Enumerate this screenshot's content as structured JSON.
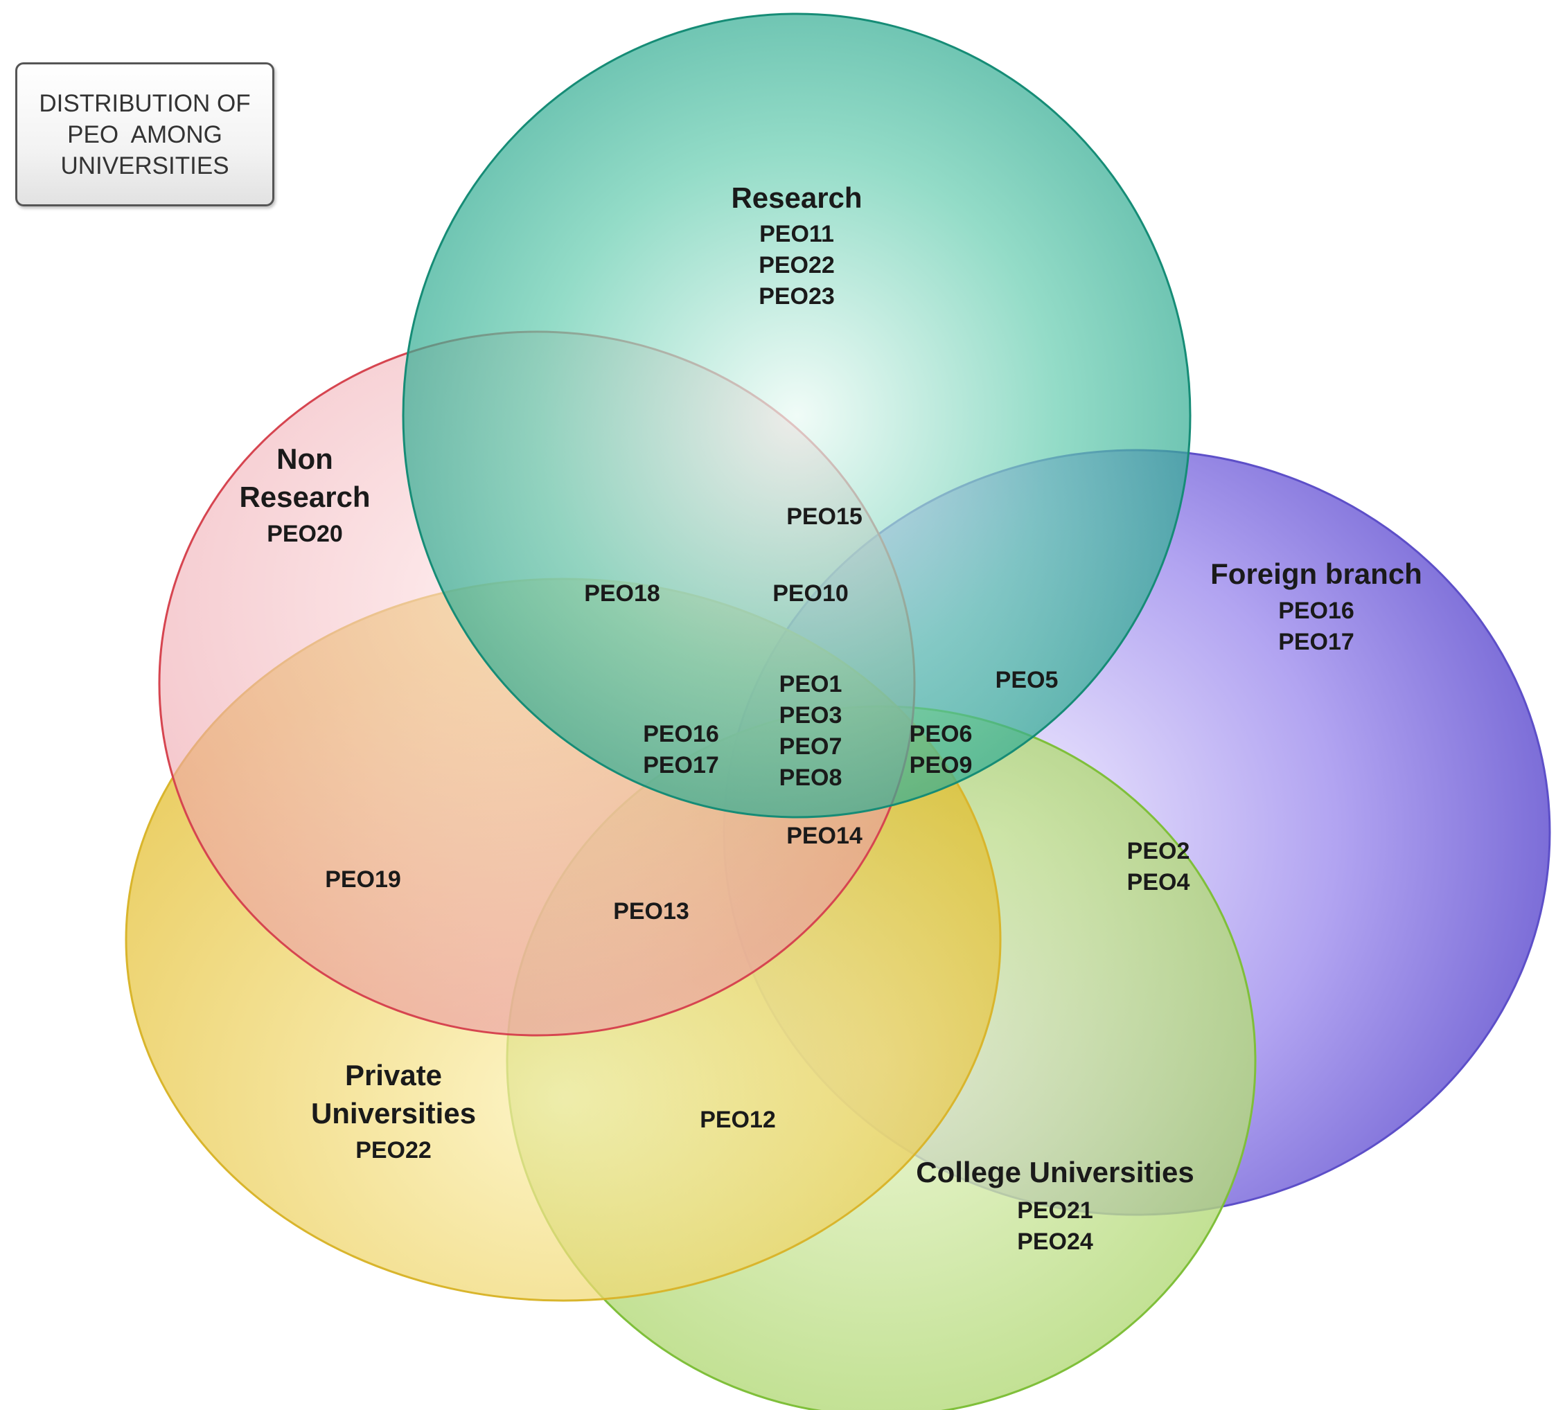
{
  "title": {
    "lines": [
      "DISTRIBUTION OF",
      "PEO  AMONG",
      "UNIVERSITIES"
    ]
  },
  "colors": {
    "research": "#1f9e86",
    "foreign_branch": "#6a5acd",
    "college_universities": "#8cc63f",
    "private_universities": "#e6c23a",
    "non_research": "#e06070"
  },
  "sets": {
    "research": {
      "label": "Research",
      "items": [
        "PEO11",
        "PEO22",
        "PEO23"
      ]
    },
    "non_research": {
      "label_lines": [
        "Non",
        "Research"
      ],
      "items": [
        "PEO20"
      ]
    },
    "foreign_branch": {
      "label": "Foreign branch",
      "items": [
        "PEO16",
        "PEO17"
      ]
    },
    "private_universities": {
      "label_lines": [
        "Private",
        "Universities"
      ],
      "items": [
        "PEO22"
      ]
    },
    "college_universities": {
      "label": "College Universities",
      "items": [
        "PEO21",
        "PEO24"
      ]
    }
  },
  "intersections": {
    "peo15": [
      "PEO15"
    ],
    "peo18": [
      "PEO18"
    ],
    "peo10": [
      "PEO10"
    ],
    "peo5": [
      "PEO5"
    ],
    "core": [
      "PEO1",
      "PEO3",
      "PEO7",
      "PEO8"
    ],
    "peo16_17": [
      "PEO16",
      "PEO17"
    ],
    "peo6_9": [
      "PEO6",
      "PEO9"
    ],
    "peo14": [
      "PEO14"
    ],
    "peo2_4": [
      "PEO2",
      "PEO4"
    ],
    "peo19": [
      "PEO19"
    ],
    "peo13": [
      "PEO13"
    ],
    "peo12": [
      "PEO12"
    ]
  }
}
